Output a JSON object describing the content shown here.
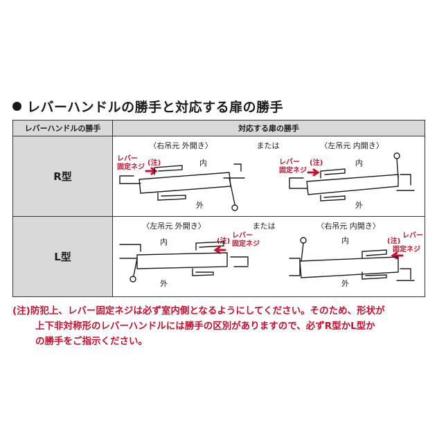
{
  "title": "レバーハンドルの勝手と対応する扉の勝手",
  "table": {
    "header_left": "レバーハンドルの勝手",
    "header_right": "対応する扉の勝手",
    "rows": [
      {
        "type_label": "R型",
        "left_diagram": {
          "caption": "〈右吊元 外開き〉",
          "note": "(注)",
          "lever_label_1": "レバー",
          "lever_label_2": "固定ネジ",
          "inside": "内",
          "outside": "外"
        },
        "or_text": "または",
        "right_diagram": {
          "caption": "〈左吊元 内開き〉",
          "note": "(注)",
          "lever_label_1": "レバー",
          "lever_label_2": "固定ネジ",
          "inside": "内",
          "outside": "外"
        }
      },
      {
        "type_label": "L型",
        "left_diagram": {
          "caption": "〈左吊元 外開き〉",
          "note": "(注)",
          "lever_label_1": "レバー",
          "lever_label_2": "固定ネジ",
          "inside": "内",
          "outside": "外"
        },
        "or_text": "または",
        "right_diagram": {
          "caption": "〈右吊元 内開き〉",
          "note": "(注)",
          "lever_label_1": "レバー",
          "lever_label_2": "固定ネジ",
          "inside": "内",
          "outside": "外"
        }
      }
    ]
  },
  "note": {
    "line1": "(注)防犯上、レバー固定ネジは必ず室内側となるようにしてください。そのため、形状が",
    "line2": "上下非対称形のレバーハンドルには勝手の区別がありますので、必ずR型かL型か",
    "line3": "の勝手をご指示ください。"
  },
  "colors": {
    "accent_red": "#c8102e",
    "header_gray": "#d9d9d9"
  }
}
